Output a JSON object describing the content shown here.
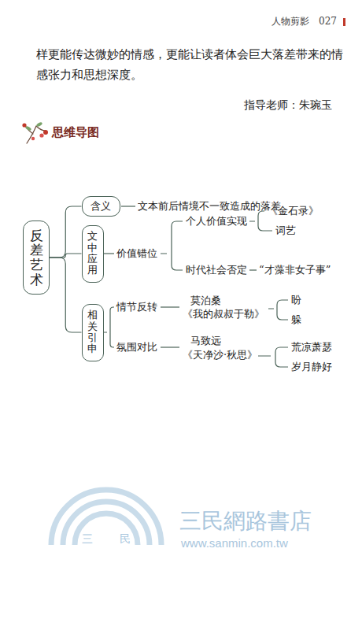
{
  "diagram": {
    "title": "思维导图",
    "nodes": [
      {
        "text": [
          "反差艺术"
        ]
      },
      {
        "text": [
          "含义"
        ]
      },
      {
        "text": [
          "文中应用"
        ]
      },
      {
        "text": [
          "相关引申"
        ]
      }
    ],
    "edges": [
      {
        "from": 0,
        "to": 1,
        "arrow": "none"
      },
      {
        "from": 0,
        "to": 2,
        "arrow": "none"
      },
      {
        "from": 0,
        "to": 3,
        "arrow": "none"
      }
    ],
    "labels": [
      "人物剪影",
      "027",
      "样更能传达微妙的情感，更能让读者体会巨大落差带来的情",
      "感张力和思想深度。",
      "指导老师：朱琬玉",
      "文本前后情境不一致造成的落差",
      "价值错位",
      "个人价值实现",
      "《金石录》",
      "词艺",
      "时代社会否定",
      "“才藻非女子事”",
      "情节反转",
      "莫泊桑",
      "《我的叔叔于勒》",
      "盼",
      "躲",
      "氛围对比",
      "马致远",
      "《天净沙·秋思》",
      "荒凉萧瑟",
      "岁月静好",
      "三民網路書店",
      "三",
      "民",
      "www.sanmin.com.tw"
    ]
  }
}
